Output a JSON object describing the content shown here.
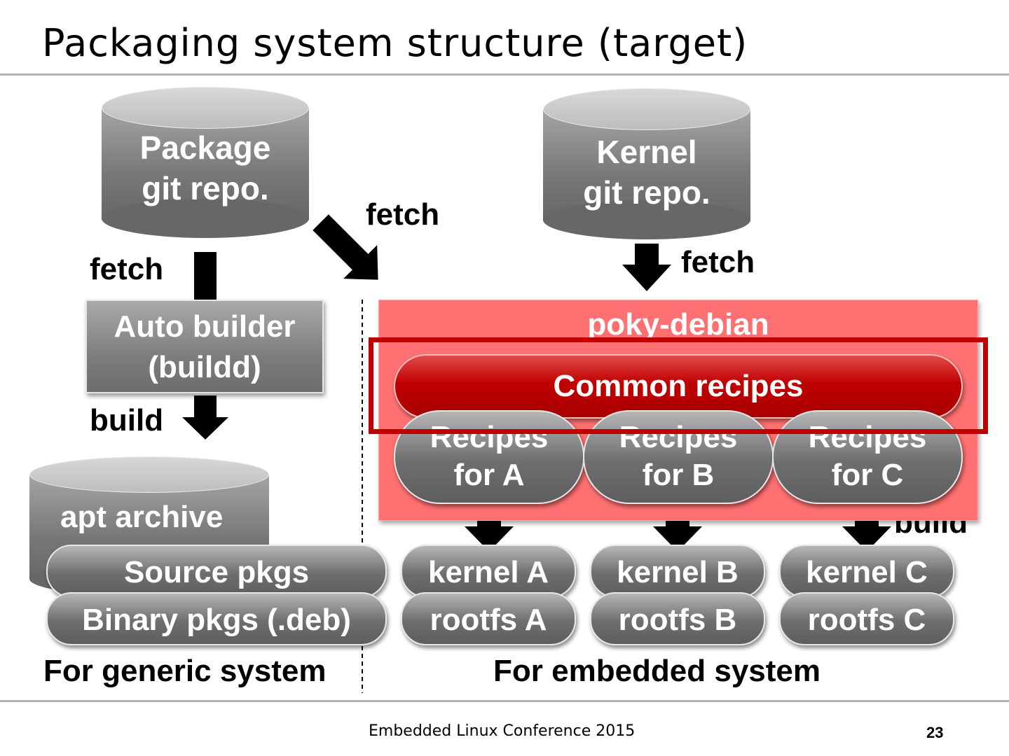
{
  "slide": {
    "title": "Packaging system structure (target)",
    "footer": "Embedded Linux Conference 2015",
    "page_number": "23"
  },
  "left": {
    "package_repo": [
      "Package",
      "git repo."
    ],
    "fetch_label": "fetch",
    "auto_builder": [
      "Auto builder",
      "(buildd)"
    ],
    "build_label": "build",
    "apt_archive": "apt archive",
    "source_pkgs": "Source pkgs",
    "binary_pkgs": "Binary pkgs (.deb)",
    "caption": "For generic system"
  },
  "right": {
    "kernel_repo": [
      "Kernel",
      "git repo."
    ],
    "fetch_top_label": "fetch",
    "fetch_kernel_label": "fetch",
    "poky_debian": "poky-debian",
    "common_recipes": "Common recipes",
    "recipes": [
      [
        "Recipes",
        "for A"
      ],
      [
        "Recipes",
        "for B"
      ],
      [
        "Recipes",
        "for C"
      ]
    ],
    "build_label": "build",
    "kernels": [
      "kernel A",
      "kernel B",
      "kernel C"
    ],
    "rootfs": [
      "rootfs A",
      "rootfs B",
      "rootfs C"
    ],
    "caption": "For embedded system"
  },
  "colors": {
    "poky_box": "#fe7071",
    "common_recipes": "#c00000",
    "highlight_frame": "#c00000",
    "gray": "#7a7a7a"
  }
}
